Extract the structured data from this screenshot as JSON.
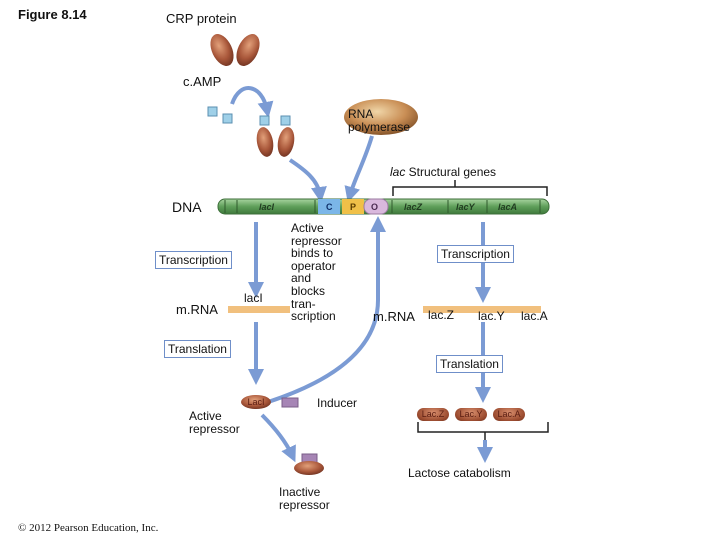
{
  "figure_label": "Figure 8.14",
  "crp_protein": "CRP protein",
  "camp": "c.AMP",
  "rna_polymerase": [
    "RNA",
    "polymerase"
  ],
  "structural_genes": {
    "italic": "lac",
    "rest": " Structural genes"
  },
  "dna": "DNA",
  "dna_segments": {
    "lacI": "lacI",
    "C": "C",
    "P": "P",
    "O": "O",
    "lacZ": "lacZ",
    "lacY": "lacY",
    "lacA": "lacA"
  },
  "left": {
    "transcription": "Transcription",
    "mrna": "m.RNA",
    "laci": "lacI",
    "translation": "Translation",
    "laci_protein": "LacI",
    "active_repressor": [
      "Active",
      "repressor"
    ]
  },
  "middle_note": [
    "Active",
    "repressor",
    "binds to",
    "operator",
    "and",
    "blocks",
    "tran-",
    "scription"
  ],
  "right": {
    "transcription": "Transcription",
    "mrna": "m.RNA",
    "lacz": "lac.Z",
    "lacy": "lac.Y",
    "laca": "lac.A",
    "translation": "Translation",
    "proteins": [
      "Lac.Z",
      "Lac.Y",
      "Lac.A"
    ],
    "lactose_catabolism": "Lactose catabolism"
  },
  "inducer": "Inducer",
  "inactive_repressor": [
    "Inactive",
    "repressor"
  ],
  "copyright": "© 2012 Pearson Education, Inc.",
  "colors": {
    "arrow": "#7b9bd4",
    "dna_green": "#6fae6a",
    "promoter": "#f0c048",
    "operator": "#d9b8dd",
    "protein": "#9a4a2e",
    "inducer": "#a685b5"
  }
}
